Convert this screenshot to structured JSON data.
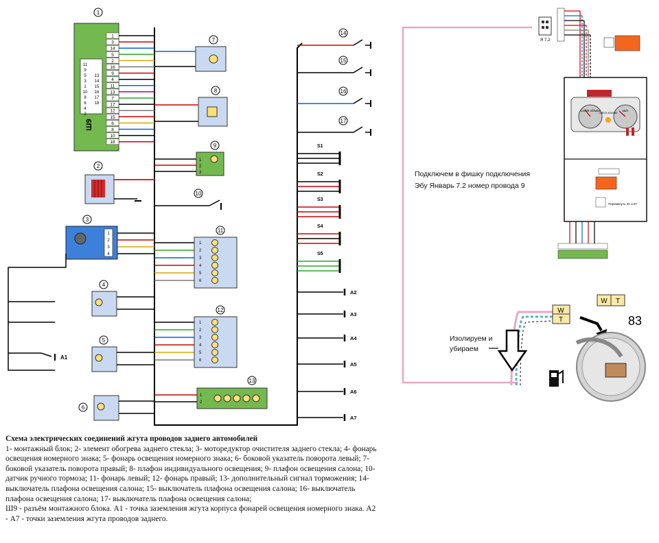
{
  "diagram": {
    "connector_label": "Ш9",
    "block1_pins": [
      "1",
      "2",
      "3",
      "4",
      "5",
      "6",
      "7",
      "8",
      "9",
      "10",
      "11",
      "12",
      "13",
      "14",
      "15",
      "16",
      "17",
      "18"
    ],
    "block1_left_pins": [
      "11",
      "9",
      "5",
      "3",
      "1",
      "10",
      "8",
      "6",
      "4",
      "2"
    ],
    "block1_right_pins": [
      "13",
      "14",
      "15",
      "16",
      "17",
      "18"
    ],
    "wire_pins": [
      "1",
      "3",
      "14",
      "5",
      "2",
      "16",
      "9",
      "4",
      "11",
      "13",
      "7",
      "17",
      "12",
      "15",
      "6",
      "8",
      "10",
      "18"
    ],
    "components": [
      "1",
      "2",
      "3",
      "4",
      "5",
      "6",
      "7",
      "8",
      "9",
      "10",
      "11",
      "12",
      "13",
      "14",
      "15",
      "16",
      "17"
    ],
    "ground_points_right": [
      "A2",
      "A3",
      "A4",
      "A5",
      "A6",
      "A7"
    ],
    "ground_a1": "A1",
    "splices": [
      "S1",
      "S2",
      "S3",
      "S4",
      "S5"
    ],
    "lamp_pins": [
      "1",
      "2",
      "3",
      "4",
      "5",
      "6"
    ],
    "motor_pins": [
      "1",
      "2",
      "3",
      "4"
    ],
    "two_pins": [
      "1",
      "2"
    ],
    "three_pins": [
      "1",
      "2",
      "3"
    ]
  },
  "ecu_panel": {
    "connector_label": "Я 7.2",
    "gauge_left": "x1000 об/мин",
    "gauge_right": "км/ч",
    "check_engine": "CHECK ENGINE",
    "relay_note": "Перемкнуть 31 и 87"
  },
  "note": {
    "line1": "Подключем в фишку подключения",
    "line2": "Эбу  Январь 7.2  номер провода 9"
  },
  "photo": {
    "label_w": "W",
    "label_t": "T",
    "number": "83",
    "text_line1": "Изолируем и",
    "text_line2": "убираем"
  },
  "caption": {
    "title": "Схема электрических соединений жгута проводов заднего автомобилей",
    "body": "1- монтажный блок; 2- элемент обогрева заднего стекла; 3- моторедуктор очистителя заднего стекла; 4- фонарь освещения номерного знака; 5- фонарь освещения номерного знака; 6- боковой указатель поворота левый; 7- боковой указатель поворота правый; 8- плафон индивидуального освещения; 9- плафон освещения салона; 10- датчик ручного тормоза; 11- фонарь левый; 12- фонарь правый; 13- дополнительный сигнал торможения; 14- выключатель плафона освещения салона; 15- выключатель плафона освещения салона; 16- выключатель плафона освещения салона; 17- выключатель плафона освещения салона;",
    "line_sh9": "Ш9 - разъём монтажного блока. А1 - точка заземления жгута корпуса фонарей освещения номерного знака. А2 - А7 - точки заземления жгута проводов заднего."
  },
  "colors": {
    "block_green": "#74b94f",
    "component_blue": "#c9d9f1",
    "motor_blue": "#3d80d9",
    "heater_red": "#d42a2a",
    "ecu_orange": "#f4661e",
    "note_line": "#e5a9c4"
  }
}
